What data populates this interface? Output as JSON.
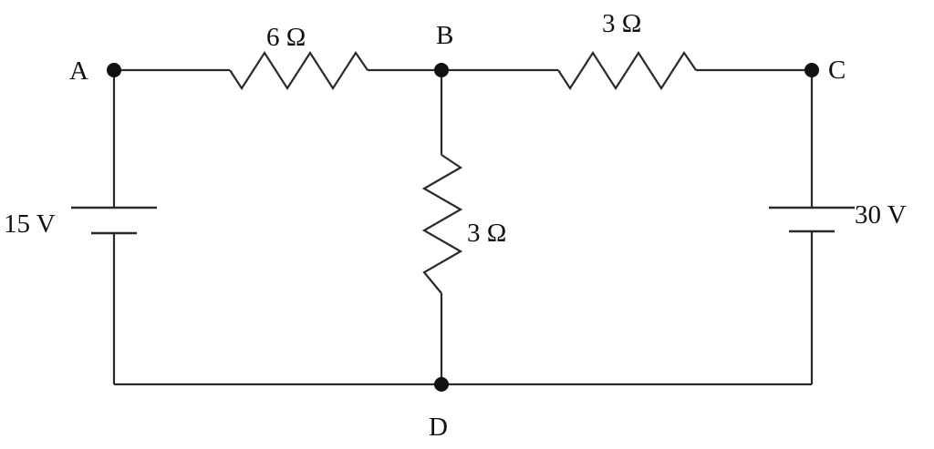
{
  "nodes": {
    "a": "A",
    "b": "B",
    "c": "C",
    "d": "D"
  },
  "resistors": {
    "ab": "6 Ω",
    "bc": "3 Ω",
    "bd": "3 Ω"
  },
  "batteries": {
    "left": "15 V",
    "right": "30 V"
  }
}
